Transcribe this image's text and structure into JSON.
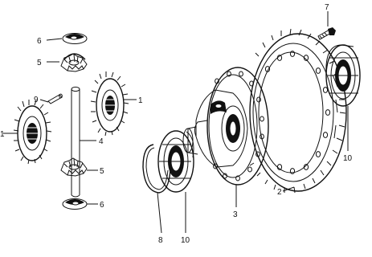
{
  "diagram": {
    "parts": [
      {
        "callout": "1",
        "name": "side-gear"
      },
      {
        "callout": "1",
        "name": "side-gear"
      },
      {
        "callout": "2",
        "name": "ring-gear"
      },
      {
        "callout": "3",
        "name": "differential-case"
      },
      {
        "callout": "4",
        "name": "pinion-shaft"
      },
      {
        "callout": "5",
        "name": "pinion-gear"
      },
      {
        "callout": "5",
        "name": "pinion-gear"
      },
      {
        "callout": "6",
        "name": "thrust-washer"
      },
      {
        "callout": "6",
        "name": "thrust-washer"
      },
      {
        "callout": "7",
        "name": "bolt"
      },
      {
        "callout": "8",
        "name": "snap-ring"
      },
      {
        "callout": "9",
        "name": "pin"
      },
      {
        "callout": "10",
        "name": "bearing"
      },
      {
        "callout": "10",
        "name": "bearing"
      }
    ]
  }
}
